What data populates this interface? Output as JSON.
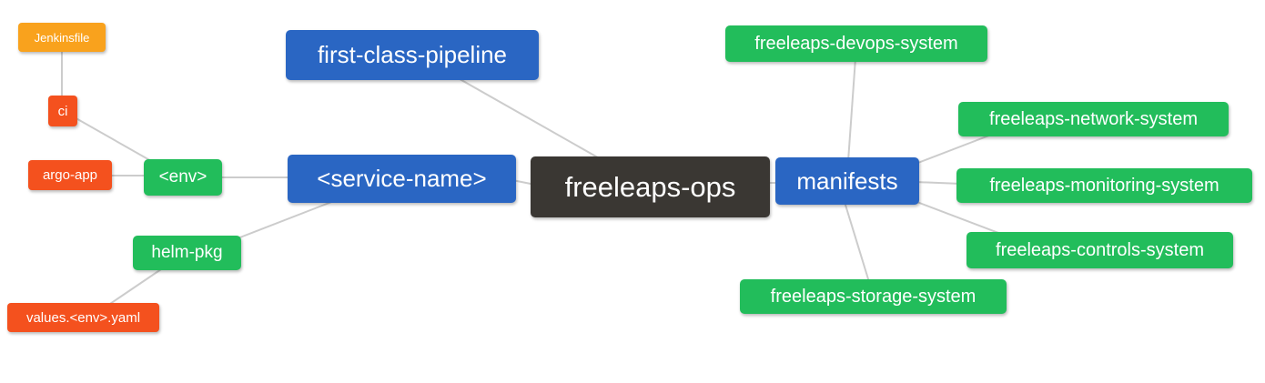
{
  "diagram": {
    "type": "mindmap",
    "root": "freeleaps-ops",
    "colors": {
      "blue": "#2A66C3",
      "green": "#22BD5B",
      "orange_red": "#F4511E",
      "amber": "#F9A21D",
      "dark": "#3A3733",
      "edge": "#CCCCCC",
      "text": "#FFFFFF",
      "background": "#FFFFFF"
    },
    "nodes": {
      "freeleaps_ops": {
        "label": "freeleaps-ops",
        "color": "dark"
      },
      "first_class_pipeline": {
        "label": "first-class-pipeline",
        "color": "blue"
      },
      "service_name": {
        "label": "<service-name>",
        "color": "blue"
      },
      "manifests": {
        "label": "manifests",
        "color": "blue"
      },
      "env": {
        "label": "<env>",
        "color": "green"
      },
      "helm_pkg": {
        "label": "helm-pkg",
        "color": "green"
      },
      "ci": {
        "label": "ci",
        "color": "orange_red"
      },
      "argo_app": {
        "label": "argo-app",
        "color": "orange_red"
      },
      "jenkinsfile": {
        "label": "Jenkinsfile",
        "color": "amber"
      },
      "values_env_yaml": {
        "label": "values.<env>.yaml",
        "color": "orange_red"
      },
      "devops_system": {
        "label": "freeleaps-devops-system",
        "color": "green"
      },
      "network_system": {
        "label": "freeleaps-network-system",
        "color": "green"
      },
      "monitoring_system": {
        "label": "freeleaps-monitoring-system",
        "color": "green"
      },
      "controls_system": {
        "label": "freeleaps-controls-system",
        "color": "green"
      },
      "storage_system": {
        "label": "freeleaps-storage-system",
        "color": "green"
      }
    },
    "edges": [
      [
        "freeleaps-ops",
        "first-class-pipeline"
      ],
      [
        "freeleaps-ops",
        "<service-name>"
      ],
      [
        "freeleaps-ops",
        "manifests"
      ],
      [
        "<service-name>",
        "<env>"
      ],
      [
        "<service-name>",
        "helm-pkg"
      ],
      [
        "<env>",
        "ci"
      ],
      [
        "<env>",
        "argo-app"
      ],
      [
        "ci",
        "Jenkinsfile"
      ],
      [
        "helm-pkg",
        "values.<env>.yaml"
      ],
      [
        "manifests",
        "freeleaps-devops-system"
      ],
      [
        "manifests",
        "freeleaps-network-system"
      ],
      [
        "manifests",
        "freeleaps-monitoring-system"
      ],
      [
        "manifests",
        "freeleaps-controls-system"
      ],
      [
        "manifests",
        "freeleaps-storage-system"
      ]
    ]
  }
}
